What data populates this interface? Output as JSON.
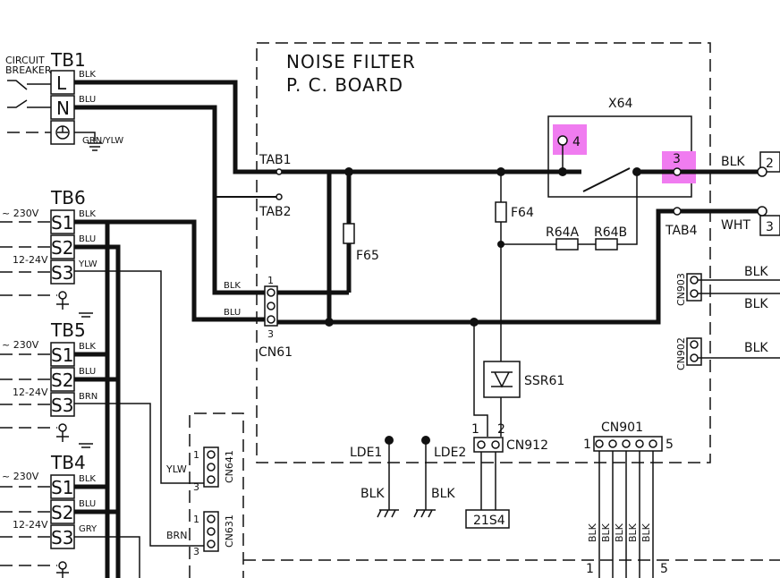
{
  "board": {
    "title_line1": "NOISE FILTER",
    "title_line2": "P. C. BOARD"
  },
  "tb1": {
    "name": "TB1",
    "breaker_line1": "CIRCUIT",
    "breaker_line2": "BREAKER",
    "terminals": [
      "L",
      "N"
    ],
    "wires": [
      "BLK",
      "BLU",
      "GRN/YLW"
    ]
  },
  "tb6": {
    "name": "TB6",
    "voltage": "~ 230V",
    "low_voltage": "12-24V",
    "terminals": [
      "S1",
      "S2",
      "S3"
    ],
    "wires": [
      "BLK",
      "BLU",
      "YLW"
    ]
  },
  "tb5": {
    "name": "TB5",
    "voltage": "~ 230V",
    "low_voltage": "12-24V",
    "terminals": [
      "S1",
      "S2",
      "S3"
    ],
    "wires": [
      "BLK",
      "BLU",
      "BRN"
    ]
  },
  "tb4": {
    "name": "TB4",
    "voltage": "~ 230V",
    "low_voltage": "12-24V",
    "terminals": [
      "S1",
      "S2",
      "S3"
    ],
    "wires": [
      "BLK",
      "BLU",
      "GRY"
    ]
  },
  "tabs": {
    "tab1": "TAB1",
    "tab2": "TAB2",
    "tab4": "TAB4"
  },
  "components": {
    "f65": "F65",
    "f64": "F64",
    "r64a": "R64A",
    "r64b": "R64B",
    "x64": "X64",
    "x64_pin4": "4",
    "x64_pin3": "3",
    "ssr61": "SSR61",
    "cn61": "CN61",
    "cn61_pin1": "1",
    "cn61_pin3": "3",
    "cn912": "CN912",
    "cn912_pin1": "1",
    "cn912_pin2": "2",
    "lde1": "LDE1",
    "lde2": "LDE2",
    "part_21s4": "21S4",
    "cn901": "CN901",
    "cn901_pin1": "1",
    "cn901_pin5": "5",
    "cn903": "CN903",
    "cn902": "CN902",
    "cn641": "CN641",
    "cn631": "CN631",
    "pin1": "1",
    "pin2": "2",
    "pin3": "3"
  },
  "wire_labels": {
    "blk": "BLK",
    "blu": "BLU",
    "wht": "WHT",
    "ylw": "YLW",
    "brn": "BRN"
  },
  "right_terminals": [
    "2",
    "3"
  ],
  "cn901_wires": [
    "BLK",
    "BLK",
    "BLK",
    "BLK",
    "BLK"
  ]
}
